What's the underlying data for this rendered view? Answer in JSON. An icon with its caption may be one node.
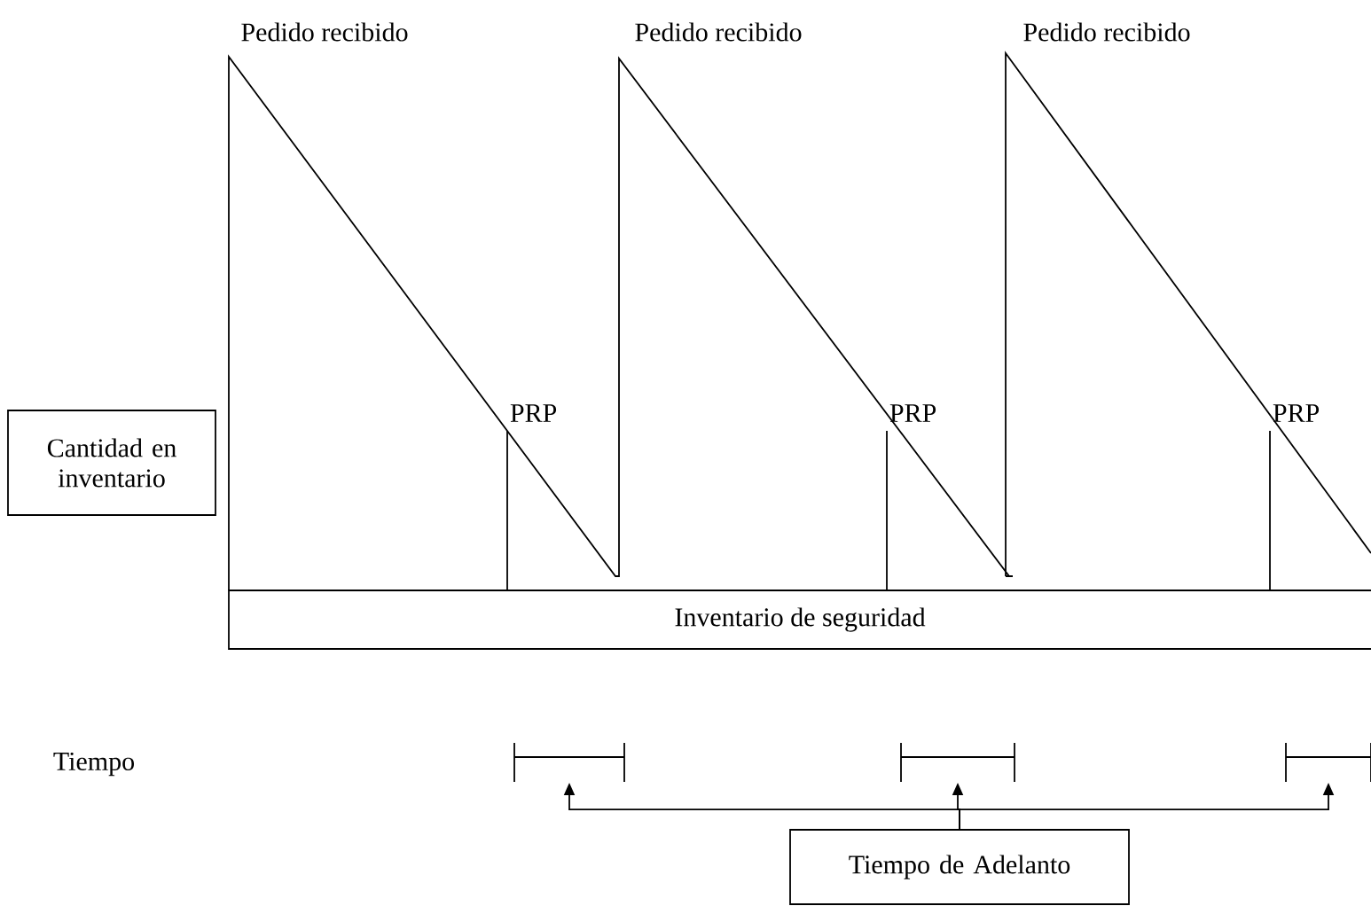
{
  "diagram": {
    "nodes": [
      {
        "text": [
          "Cantidad en inventario"
        ]
      },
      {
        "text": [
          "Inventario de seguridad"
        ]
      },
      {
        "text": [],
        "shape": "bar"
      },
      {
        "text": [],
        "shape": "bar"
      },
      {
        "text": [],
        "shape": "bar"
      },
      {
        "text": [
          "Tiempo de Adelanto"
        ]
      }
    ],
    "edges": [
      {
        "from": 5,
        "to": 2,
        "arrow": "to"
      },
      {
        "from": 5,
        "to": 3,
        "arrow": "to"
      },
      {
        "from": 5,
        "to": 4,
        "arrow": "to"
      }
    ],
    "labels": [
      "Pedido recibido",
      "Pedido recibido",
      "Pedido recibido",
      "PRP",
      "PRP",
      "PRP",
      "Tiempo"
    ]
  }
}
